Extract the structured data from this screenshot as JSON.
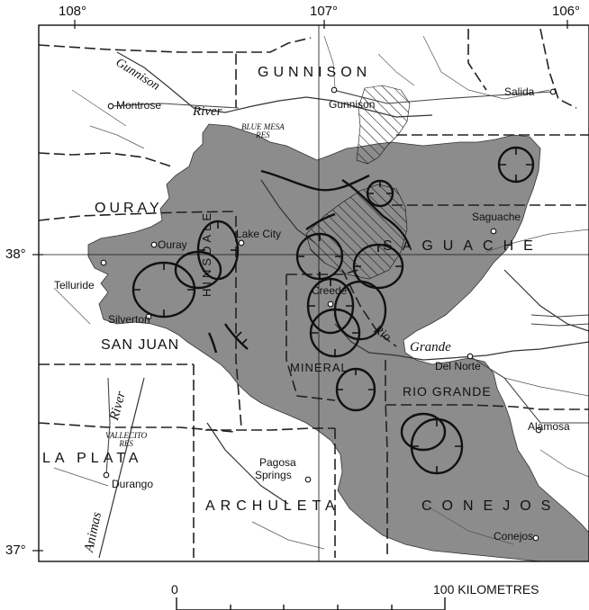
{
  "longitudes": [
    "108°",
    "107°",
    "106°"
  ],
  "latitudes": [
    "38°",
    "37°"
  ],
  "counties": {
    "gunnison": "GUNNISON",
    "ouray": "OURAY",
    "saguache": "SAGUACHE",
    "san_juan": "SAN JUAN",
    "hinsdale": "HINSDALE",
    "mineral": "MINERAL",
    "rio_grande": "RIO GRANDE",
    "la_plata": "LA PLATA",
    "archuleta": "ARCHULETA",
    "conejos": "CONEJOS"
  },
  "towns": {
    "montrose": "Montrose",
    "gunnison": "Gunnison",
    "salida": "Salida",
    "lake_city": "Lake City",
    "saguache": "Saguache",
    "ouray": "Ouray",
    "telluride": "Telluride",
    "silverton": "Silverton",
    "creede": "Creede",
    "del_norte": "Del Norte",
    "alamosa": "Alamosa",
    "pagosa_line1": "Pagosa",
    "pagosa_line2": "Springs",
    "durango": "Durango",
    "conejos": "Conejos"
  },
  "water": {
    "gunnison_river_1": "Gunnison",
    "gunnison_river_2": "River",
    "blue_mesa_1": "BLUE MESA",
    "blue_mesa_2": "RES",
    "rio": "Rio",
    "grande": "Grande",
    "animas_river": "River",
    "animas": "Animas",
    "vallecito_1": "VALLECITO",
    "vallecito_2": "RES"
  },
  "scale": {
    "start": "0",
    "end": "100 KILOMETRES"
  },
  "colors": {
    "volcanic_field": "#8c8c8c",
    "caldera_line": "#111111",
    "boundary_line": "#222222"
  }
}
